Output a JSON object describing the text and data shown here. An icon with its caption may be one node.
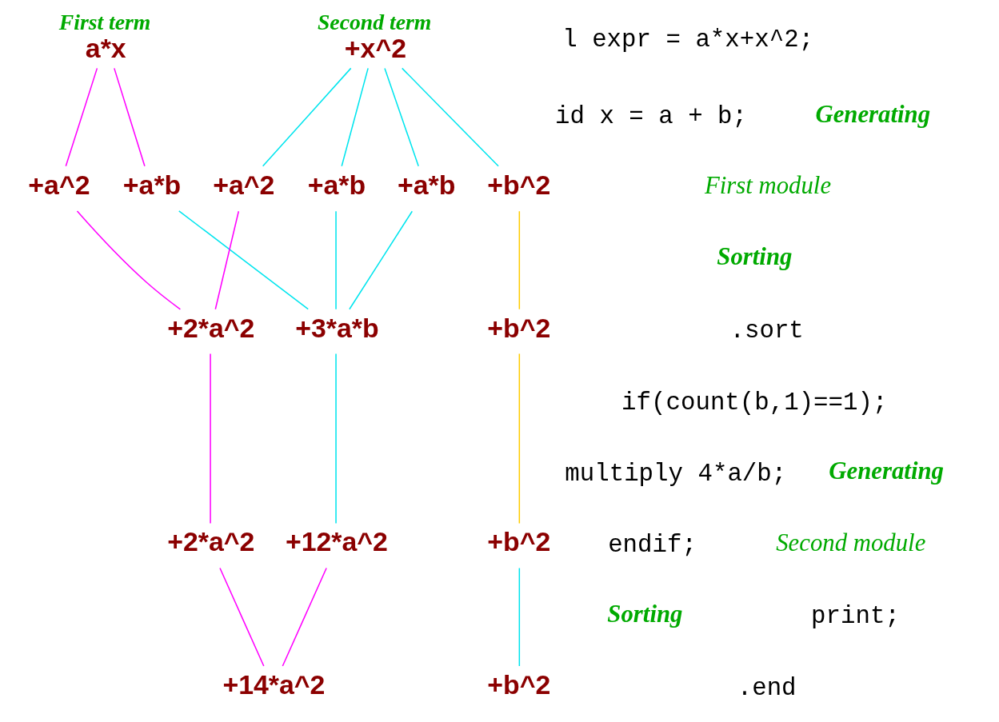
{
  "diagram": {
    "nodes": [
      {
        "text": [
          "a*x"
        ],
        "beside": [
          "First term"
        ]
      },
      {
        "text": [
          "+x^2"
        ],
        "beside": [
          "Second term"
        ]
      },
      {
        "text": [
          "+a^2"
        ]
      },
      {
        "text": [
          "+a*b"
        ]
      },
      {
        "text": [
          "+a^2"
        ]
      },
      {
        "text": [
          "+a*b"
        ]
      },
      {
        "text": [
          "+a*b"
        ]
      },
      {
        "text": [
          "+b^2"
        ]
      },
      {
        "text": [
          "+2*a^2"
        ]
      },
      {
        "text": [
          "+3*a*b"
        ]
      },
      {
        "text": [
          "+b^2"
        ]
      },
      {
        "text": [
          "+2*a^2"
        ]
      },
      {
        "text": [
          "+12*a^2"
        ]
      },
      {
        "text": [
          "+b^2"
        ]
      },
      {
        "text": [
          "+14*a^2"
        ]
      },
      {
        "text": [
          "+b^2"
        ]
      }
    ],
    "edges": [
      {
        "from": 0,
        "to": 2,
        "arrow": "none",
        "color": "#ff00ff"
      },
      {
        "from": 0,
        "to": 3,
        "arrow": "none",
        "color": "#ff00ff"
      },
      {
        "from": 1,
        "to": 4,
        "arrow": "none"
      },
      {
        "from": 1,
        "to": 5,
        "arrow": "none"
      },
      {
        "from": 1,
        "to": 6,
        "arrow": "none"
      },
      {
        "from": 1,
        "to": 7,
        "arrow": "none"
      },
      {
        "from": 2,
        "to": 8,
        "arrow": "none",
        "color": "#ff00ff"
      },
      {
        "from": 4,
        "to": 8,
        "arrow": "none",
        "color": "#ff00ff"
      },
      {
        "from": 3,
        "to": 9,
        "arrow": "none"
      },
      {
        "from": 5,
        "to": 9,
        "arrow": "none"
      },
      {
        "from": 6,
        "to": 9,
        "arrow": "none"
      },
      {
        "from": 7,
        "to": 10,
        "arrow": "none",
        "color": "#ffcc00"
      },
      {
        "from": 8,
        "to": 11,
        "arrow": "none",
        "color": "#ff00ff"
      },
      {
        "from": 9,
        "to": 12,
        "arrow": "none"
      },
      {
        "from": 10,
        "to": 13,
        "arrow": "none",
        "color": "#ffcc00"
      },
      {
        "from": 11,
        "to": 14,
        "arrow": "none",
        "color": "#ff00ff"
      },
      {
        "from": 12,
        "to": 14,
        "arrow": "none",
        "color": "#ff00ff"
      },
      {
        "from": 13,
        "to": 15,
        "arrow": "none"
      }
    ],
    "labels": [
      "l expr = a*x+x^2;",
      "id x = a + b;",
      "Generating",
      "First module",
      "Sorting",
      ".sort",
      "if(count(b,1)==1);",
      "multiply 4*a/b;",
      "Generating",
      "endif;",
      "Second module",
      "Sorting",
      "print;",
      ".end"
    ]
  }
}
